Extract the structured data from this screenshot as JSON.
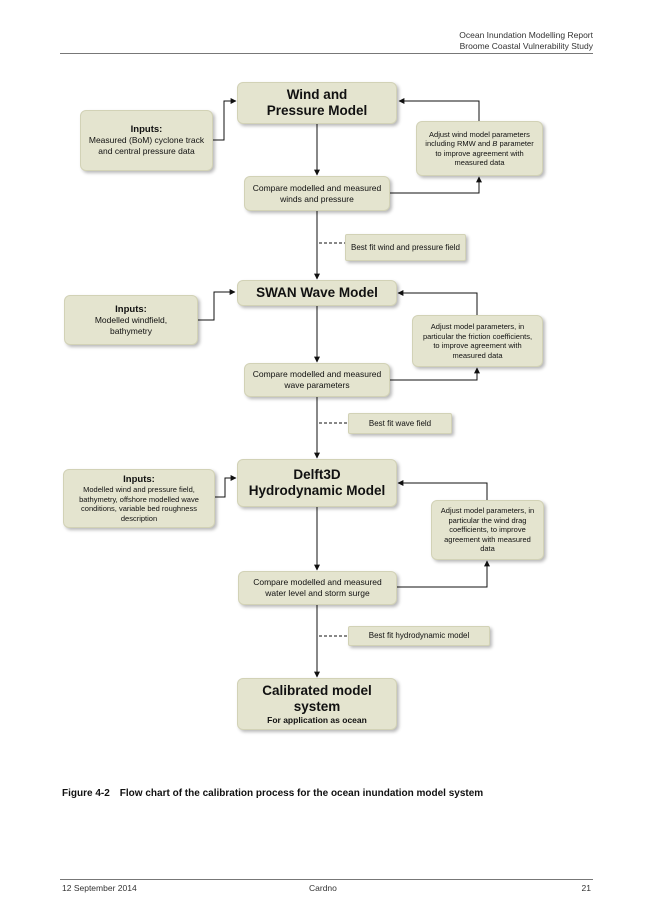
{
  "header": {
    "line1": "Ocean Inundation Modelling Report",
    "line2": "Broome Coastal Vulnerability Study"
  },
  "flow": {
    "wind_model": "Wind and Pressure Model",
    "wind_inputs_title": "Inputs:",
    "wind_inputs": "Measured (BoM) cyclone track and central pressure data",
    "wind_compare": "Compare modelled and measured winds and pressure",
    "wind_adjust_a": "Adjust wind model parameters including RMW and ",
    "wind_adjust_b": "B",
    "wind_adjust_c": " parameter to improve agreement with measured data",
    "wind_best": "Best fit wind and pressure field",
    "swan_model": "SWAN Wave Model",
    "swan_inputs_title": "Inputs:",
    "swan_inputs": "Modelled windfield, bathymetry",
    "swan_compare": "Compare modelled and measured wave parameters",
    "swan_adjust": "Adjust model parameters, in particular the friction coefficients, to improve agreement with measured data",
    "swan_best": "Best fit wave field",
    "delft_model_1": "Delft3D",
    "delft_model_2": "Hydrodynamic Model",
    "delft_inputs_title": "Inputs:",
    "delft_inputs": "Modelled wind and pressure field, bathymetry, offshore modelled wave conditions, variable bed roughness description",
    "delft_compare": "Compare modelled and measured water level and storm surge",
    "delft_adjust": "Adjust model parameters, in particular the wind drag coefficients, to improve agreement with measured data",
    "delft_best": "Best fit hydrodynamic model",
    "calib_title": "Calibrated model system",
    "calib_sub": "For application as ocean"
  },
  "caption": {
    "label": "Figure 4-2",
    "text": "Flow chart of the calibration process for the ocean inundation model system"
  },
  "footer": {
    "date": "12 September 2014",
    "company": "Cardno",
    "page": "21"
  }
}
